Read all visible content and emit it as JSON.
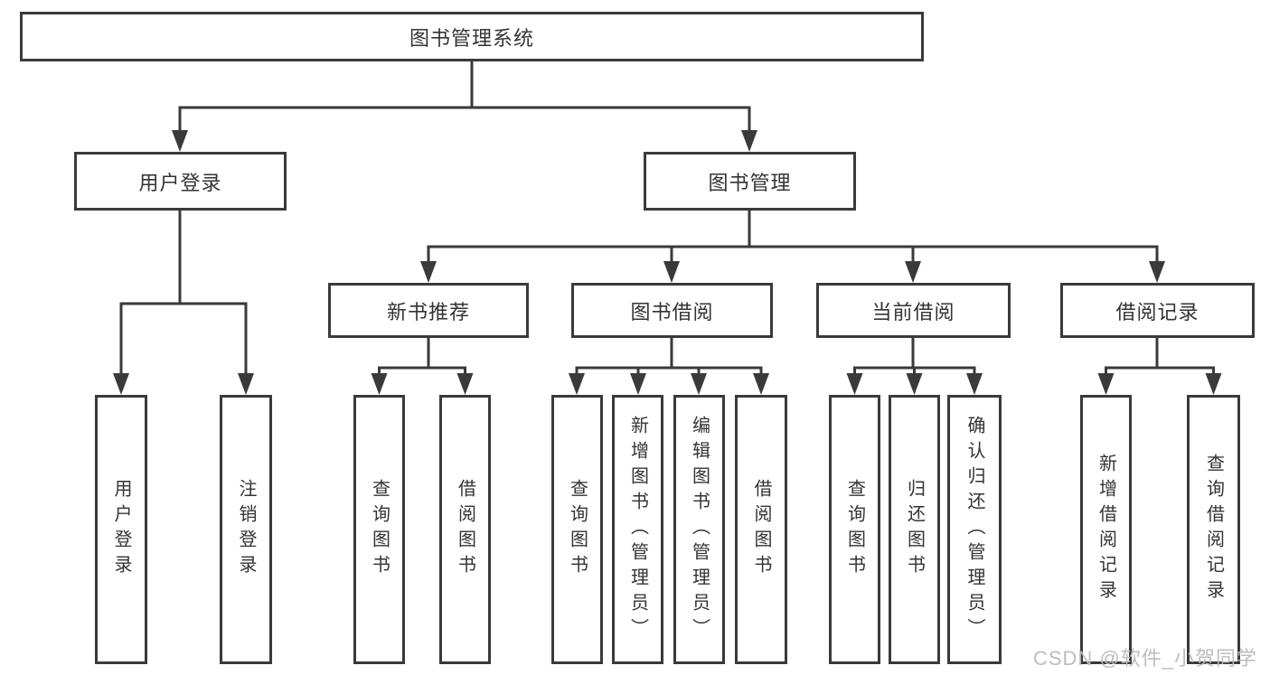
{
  "diagram_type": "tree",
  "root": {
    "label": "图书管理系统",
    "children": [
      {
        "label": "用户登录",
        "children": [
          {
            "label": "用户登录"
          },
          {
            "label": "注销登录"
          }
        ]
      },
      {
        "label": "图书管理",
        "children": [
          {
            "label": "新书推荐",
            "children": [
              {
                "label": "查询图书"
              },
              {
                "label": "借阅图书"
              }
            ]
          },
          {
            "label": "图书借阅",
            "children": [
              {
                "label": "查询图书"
              },
              {
                "label": "新增图书（管理员）"
              },
              {
                "label": "编辑图书（管理员）"
              },
              {
                "label": "借阅图书"
              }
            ]
          },
          {
            "label": "当前借阅",
            "children": [
              {
                "label": "查询图书"
              },
              {
                "label": "归还图书"
              },
              {
                "label": "确认归还（管理员）"
              }
            ]
          },
          {
            "label": "借阅记录",
            "children": [
              {
                "label": "新增借阅记录"
              },
              {
                "label": "查询借阅记录"
              }
            ]
          }
        ]
      }
    ]
  },
  "watermark": {
    "text": "CSDN @软件_小贺同学"
  },
  "colors": {
    "line": "#3a3a3a",
    "box_border": "#3a3a3a",
    "box_fill": "#ffffff",
    "text": "#333333",
    "watermark": "#bbbbbb",
    "background": "#ffffff"
  }
}
